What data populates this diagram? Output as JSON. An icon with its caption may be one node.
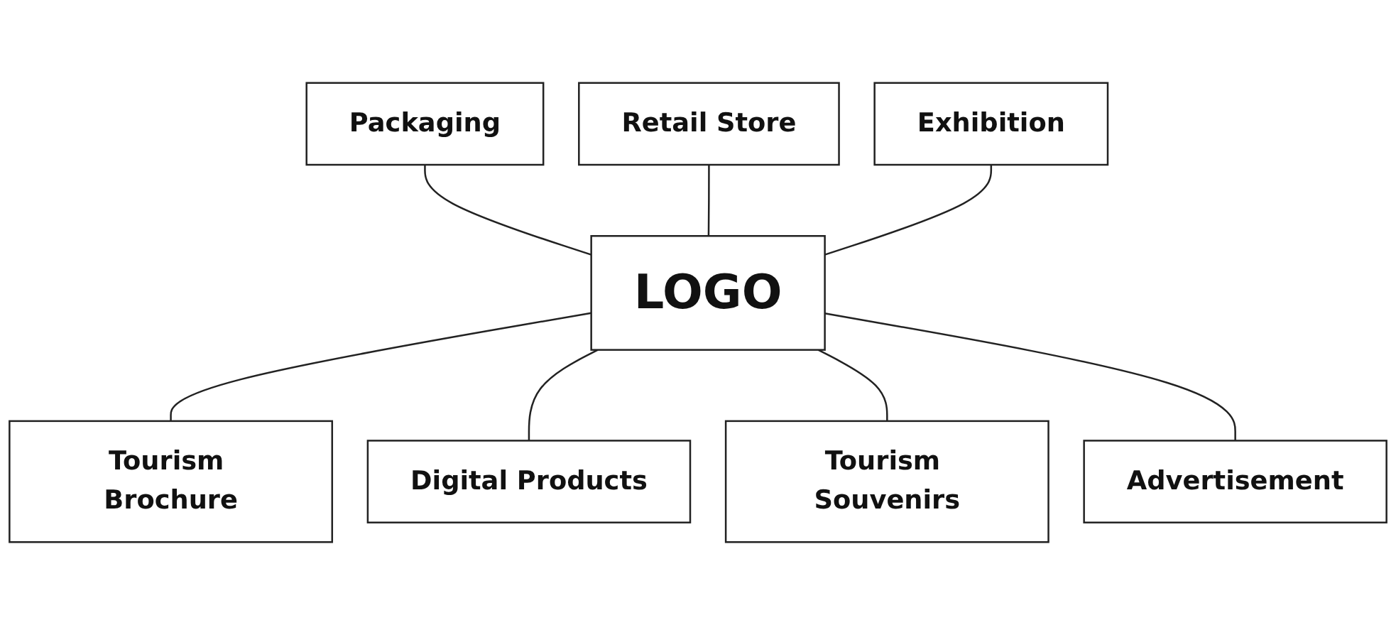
{
  "diagram": {
    "nodes": [
      {
        "text": [
          "Packaging"
        ]
      },
      {
        "text": [
          "Retail Store"
        ]
      },
      {
        "text": [
          "Exhibition"
        ]
      },
      {
        "text": [
          "LOGO"
        ]
      },
      {
        "text": [
          "Tourism Brochure"
        ]
      },
      {
        "text": [
          "Digital Products"
        ]
      },
      {
        "text": [
          "Tourism Souvenirs"
        ]
      },
      {
        "text": [
          "Advertisement"
        ]
      }
    ],
    "edges": [
      {
        "from": 0,
        "to": 3,
        "arrow": "none"
      },
      {
        "from": 1,
        "to": 3,
        "arrow": "none"
      },
      {
        "from": 2,
        "to": 3,
        "arrow": "none"
      },
      {
        "from": 3,
        "to": 4,
        "arrow": "none"
      },
      {
        "from": 3,
        "to": 5,
        "arrow": "none"
      },
      {
        "from": 3,
        "to": 6,
        "arrow": "none"
      },
      {
        "from": 3,
        "to": 7,
        "arrow": "none"
      }
    ]
  }
}
